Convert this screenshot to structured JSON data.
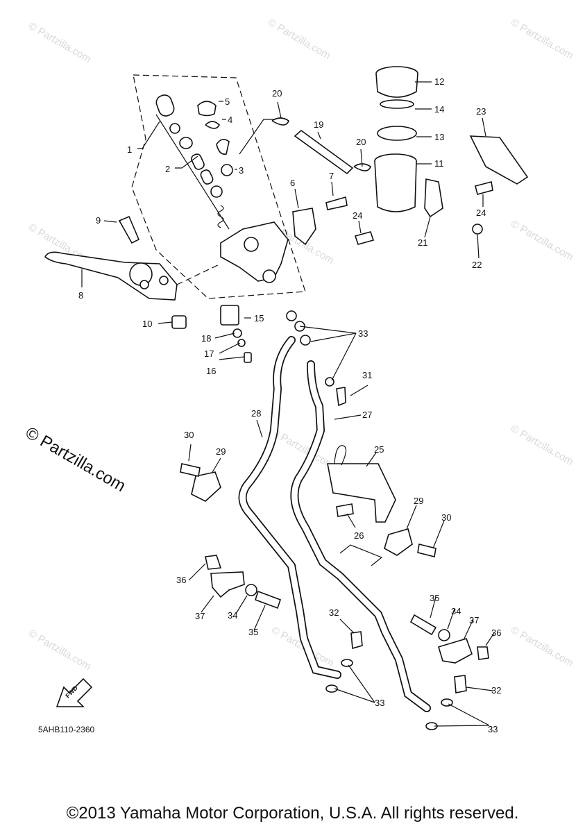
{
  "watermark": "© Partzilla.com",
  "diagram_code": "5AHB110-2360",
  "fwd_label": "FWD",
  "copyright": "©2013 Yamaha Motor Corporation, U.S.A. All rights reserved.",
  "callouts": [
    "1",
    "2",
    "3",
    "4",
    "5",
    "6",
    "7",
    "8",
    "9",
    "10",
    "11",
    "12",
    "13",
    "14",
    "15",
    "16",
    "17",
    "18",
    "19",
    "20",
    "20",
    "21",
    "22",
    "23",
    "24",
    "24",
    "25",
    "26",
    "27",
    "28",
    "29",
    "29",
    "30",
    "30",
    "31",
    "32",
    "32",
    "33",
    "33",
    "33",
    "34",
    "34",
    "35",
    "35",
    "36",
    "36",
    "37",
    "37"
  ]
}
